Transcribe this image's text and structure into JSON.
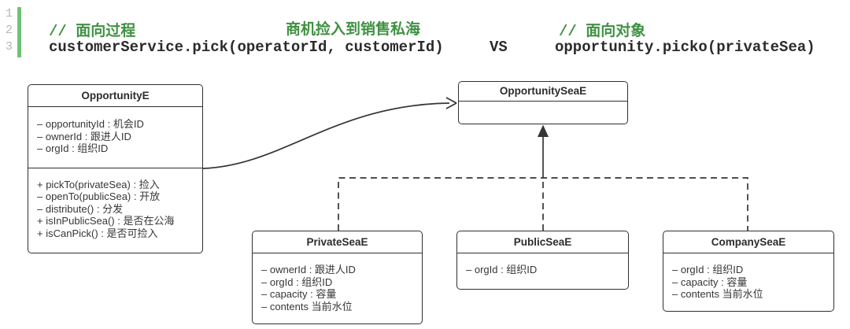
{
  "code_panel": {
    "line_numbers": [
      "1",
      "2",
      "3"
    ],
    "comment_left": "// 面向过程",
    "heading_center": "商机捡入到销售私海",
    "comment_right": "// 面向对象",
    "code_left": "customerService.pick(operatorId, customerId)",
    "vs": "VS",
    "code_right": "opportunity.picko(privateSea)"
  },
  "colors": {
    "comment_green": "#3f9142",
    "gutter_bar_green": "#70c175",
    "line_number_gray": "#b4b8ba",
    "diagram_line": "#333538",
    "code_text": "#2b2b2b"
  },
  "diagram": {
    "classes": [
      {
        "name": "OpportunityE",
        "attributes": [
          "– opportunityId : 机会ID",
          "– ownerId : 跟进人ID",
          "– orgId : 组织ID"
        ],
        "methods": [
          "+ pickTo(privateSea) : 捡入",
          "– openTo(publicSea) : 开放",
          "– distribute() : 分发",
          "+ isInPublicSea() : 是否在公海",
          "+ isCanPick() : 是否可捡入"
        ]
      },
      {
        "name": "OpportunitySeaE",
        "attributes": [],
        "methods": []
      },
      {
        "name": "PrivateSeaE",
        "attributes": [
          "– ownerId : 跟进人ID",
          "– orgId : 组织ID",
          "– capacity : 容量",
          "– contents 当前水位"
        ]
      },
      {
        "name": "PublicSeaE",
        "attributes": [
          "– orgId : 组织ID"
        ]
      },
      {
        "name": "CompanySeaE",
        "attributes": [
          "– orgId : 组织ID",
          "– capacity : 容量",
          "– contents 当前水位"
        ]
      }
    ],
    "relations": [
      {
        "from": "OpportunityE",
        "to": "OpportunitySeaE",
        "line": "solid-curve",
        "arrow": "open"
      },
      {
        "from": "PrivateSeaE",
        "to": "OpportunitySeaE",
        "line": "dashed",
        "arrow": "none"
      },
      {
        "from": "PublicSeaE",
        "to": "OpportunitySeaE",
        "line": "dashed",
        "arrow": "filled-triangle"
      },
      {
        "from": "CompanySeaE",
        "to": "OpportunitySeaE",
        "line": "dashed",
        "arrow": "none"
      }
    ]
  }
}
